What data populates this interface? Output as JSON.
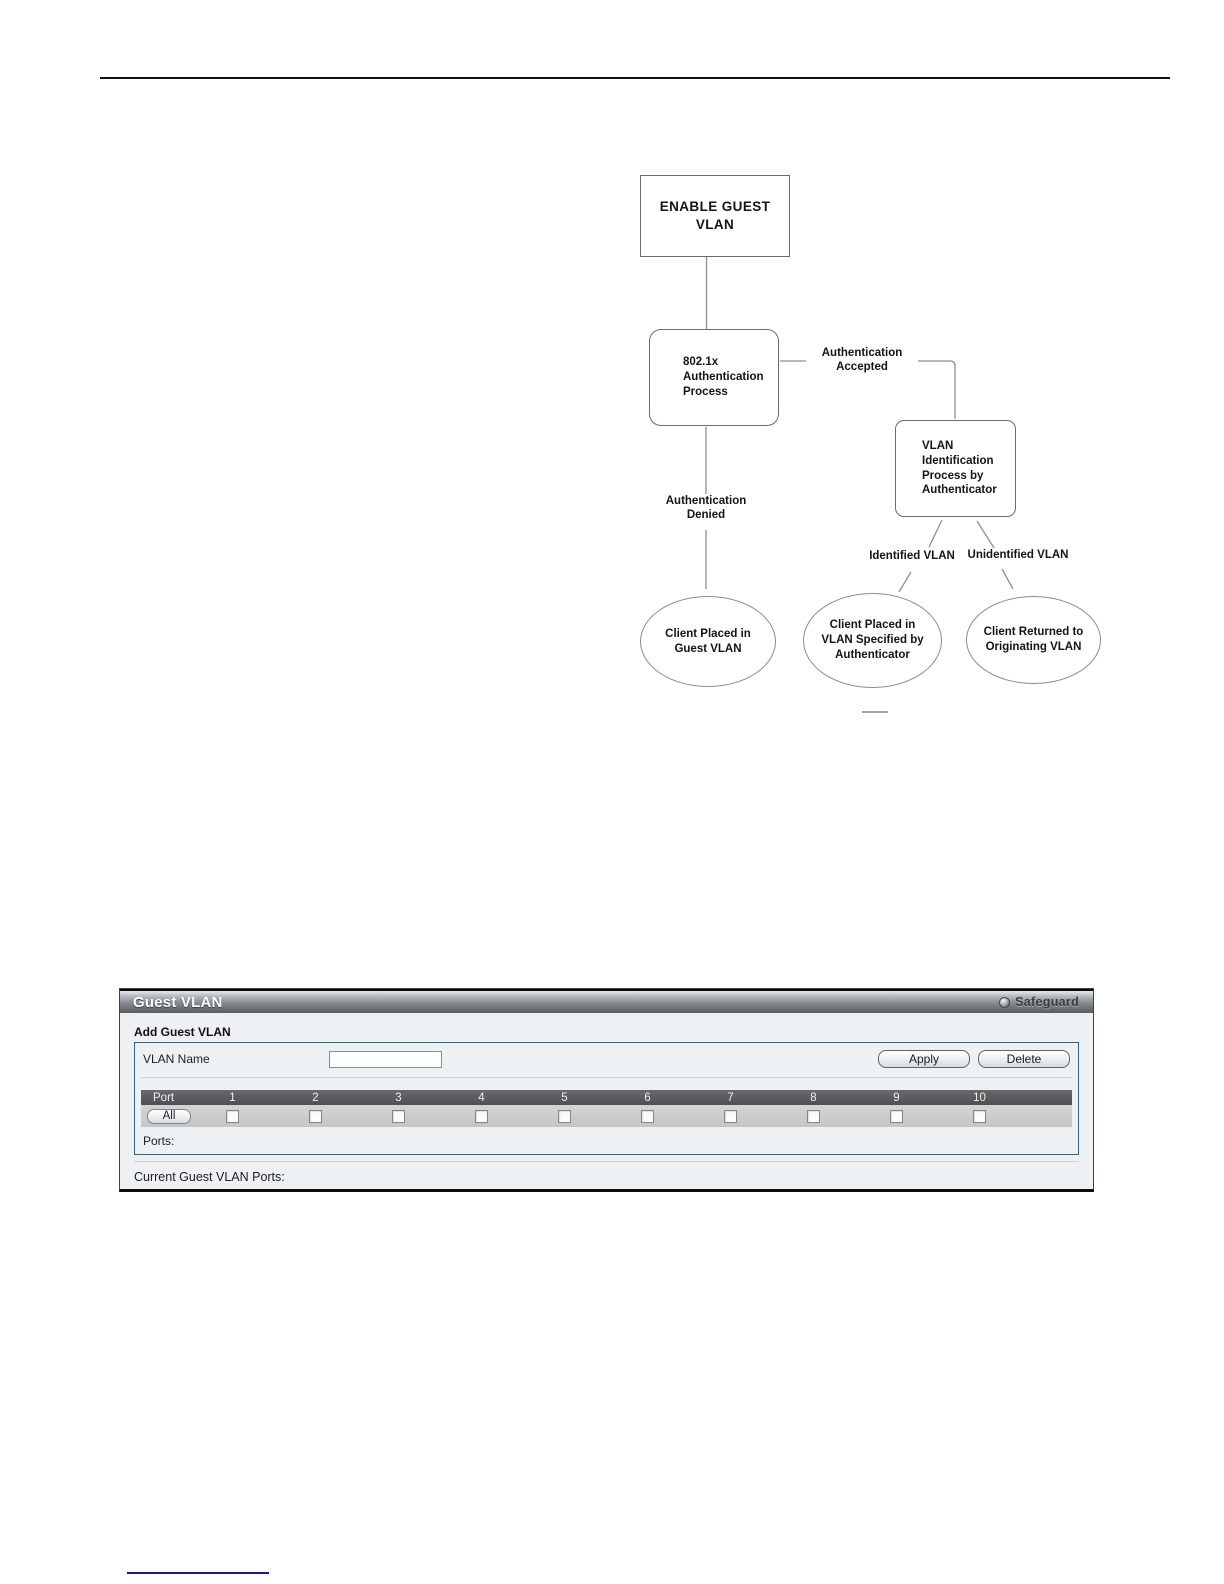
{
  "flowchart": {
    "nodes": {
      "enable": "ENABLE GUEST VLAN",
      "auth_process": "802.1x Authentication Process",
      "vlan_ident": "VLAN Identification Process by Authenticator",
      "guest_vlan": "Client Placed in Guest VLAN",
      "specified_vlan": "Client Placed in VLAN Specified by Authenticator",
      "originating_vlan": "Client Returned to Originating VLAN"
    },
    "edges": {
      "accepted": "Authentication Accepted",
      "denied": "Authentication Denied",
      "identified": "Identified VLAN",
      "unidentified": "Unidentified VLAN"
    }
  },
  "panel": {
    "title": "Guest VLAN",
    "safeguard": "Safeguard",
    "section_title": "Add Guest VLAN",
    "vlan_name_label": "VLAN Name",
    "vlan_name_value": "",
    "apply_label": "Apply",
    "delete_label": "Delete",
    "port_header": "Port",
    "all_label": "All",
    "ports": [
      "1",
      "2",
      "3",
      "4",
      "5",
      "6",
      "7",
      "8",
      "9",
      "10"
    ],
    "checkboxes_checked": false,
    "ports_label": "Ports:",
    "current_ports_label": "Current Guest VLAN Ports:",
    "colors": {
      "titlebar_dark": "#5a5c5f",
      "panel_bg": "#edf1f4",
      "inner_border": "#33667f",
      "port_header_bg": "#545456",
      "checkbox_row_bg": "#c9c9c9",
      "footnote_rule": "#1b1b8e"
    }
  }
}
